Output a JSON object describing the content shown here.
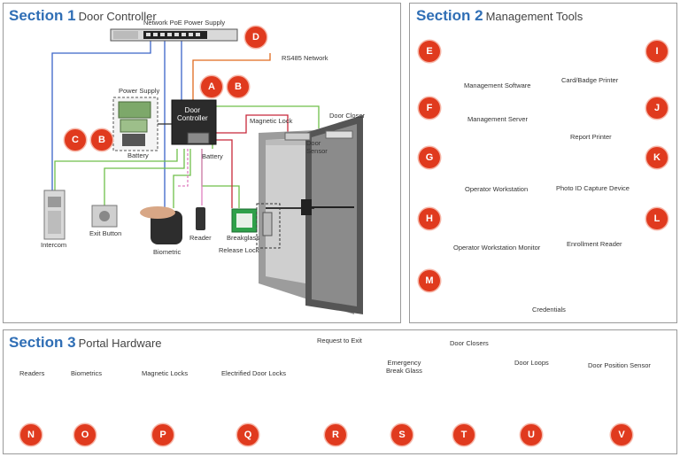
{
  "sections": {
    "s1": {
      "number": "Section 1",
      "name": "Door Controller"
    },
    "s2": {
      "number": "Section 2",
      "name": "Management Tools"
    },
    "s3": {
      "number": "Section 3",
      "name": "Portal Hardware"
    }
  },
  "s1_labels": {
    "poe_switch": "Network PoE Power Supply",
    "rs485": "RS485 Network",
    "power_supply": "Power Supply",
    "battery_ps": "Battery",
    "door_controller_line1": "Door",
    "door_controller_line2": "Controller",
    "battery_dc": "Battery",
    "magnetic_lock": "Magnetic Lock",
    "door_closer": "Door Closer",
    "door_sensor_line1": "Door",
    "door_sensor_line2": "Sensor",
    "intercom": "Intercom",
    "exit_button": "Exit Button",
    "biometric": "Biometric",
    "reader": "Reader",
    "breakglass": "Breakglass",
    "release_lock": "Release Lock"
  },
  "s2_labels": {
    "mgmt_software": "Management Software",
    "card_printer": "Card/Badge Printer",
    "mgmt_server": "Management Server",
    "report_printer": "Report Printer",
    "operator_ws": "Operator Workstation",
    "photo_id": "Photo ID Capture Device",
    "operator_monitor": "Operator Workstation Monitor",
    "enrollment_reader": "Enrollment Reader",
    "credentials": "Credentials"
  },
  "s3_labels": {
    "readers": "Readers",
    "biometrics": "Biometrics",
    "magnetic_locks": "Magnetic Locks",
    "electrified_locks": "Electrified Door Locks",
    "request_to_exit": "Request to Exit",
    "emergency_line1": "Emergency",
    "emergency_line2": "Break Glass",
    "door_closers": "Door Closers",
    "door_loops": "Door Loops",
    "door_position_sensor": "Door Position Sensor"
  },
  "badges": {
    "A": "A",
    "B1": "B",
    "B2": "B",
    "C": "C",
    "D": "D",
    "E": "E",
    "F": "F",
    "G": "G",
    "H": "H",
    "I": "I",
    "J": "J",
    "K": "K",
    "L": "L",
    "M": "M",
    "N": "N",
    "O": "O",
    "P": "P",
    "Q": "Q",
    "R": "R",
    "S": "S",
    "T": "T",
    "U": "U",
    "V": "V"
  },
  "colors": {
    "accent_blue": "#2f6eb5",
    "badge_red": "#e03a1e",
    "wire_blue": "#3a64c8",
    "wire_green": "#6fbf4a",
    "wire_red": "#c8283a",
    "wire_orange": "#e06a1e",
    "wire_pink": "#e07fc0"
  }
}
